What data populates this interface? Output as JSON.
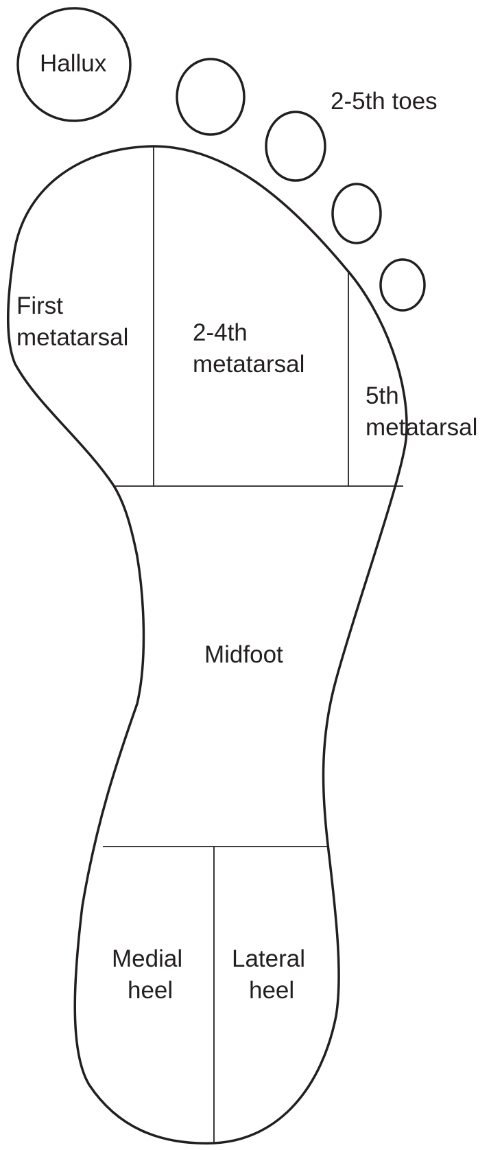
{
  "regions": {
    "hallux": {
      "label": "Hallux"
    },
    "lesser_toes": {
      "label": "2-5th toes"
    },
    "first_metatarsal": {
      "line1": "First",
      "line2": "metatarsal"
    },
    "second_fourth_metatarsal": {
      "line1": "2-4th",
      "line2": "metatarsal"
    },
    "fifth_metatarsal": {
      "line1": "5th",
      "line2": "metatarsal"
    },
    "midfoot": {
      "label": "Midfoot"
    },
    "medial_heel": {
      "line1": "Medial",
      "line2": "heel"
    },
    "lateral_heel": {
      "line1": "Lateral",
      "line2": "heel"
    }
  }
}
